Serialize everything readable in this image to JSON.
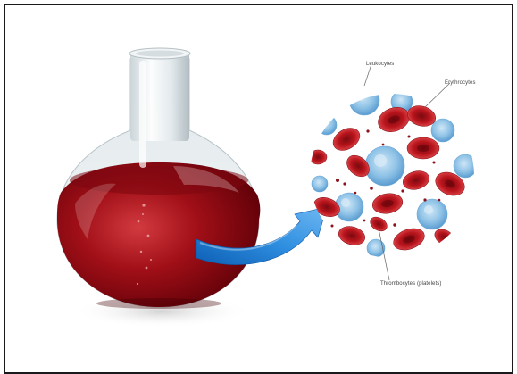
{
  "labels": {
    "leukocytes": "Leukocytes",
    "erythrocytes": "Erythrocytes",
    "thrombocytes": "Thrombocytes (platelets)"
  },
  "colors": {
    "blood_dark": "#5e0008",
    "blood_mid": "#a10f17",
    "blood_light": "#d23a3f",
    "glass": "#e6ecef",
    "arrow_blue": "#2f8fe0",
    "arrow_blue_dark": "#0d5fb4",
    "leukocyte_blue": "#8ec2e6",
    "frame_border": "#1a1a1a"
  },
  "icons": {
    "flask": "flask-icon",
    "arrow": "curved-arrow-icon",
    "magnified_view": "magnifier-circle-icon"
  }
}
